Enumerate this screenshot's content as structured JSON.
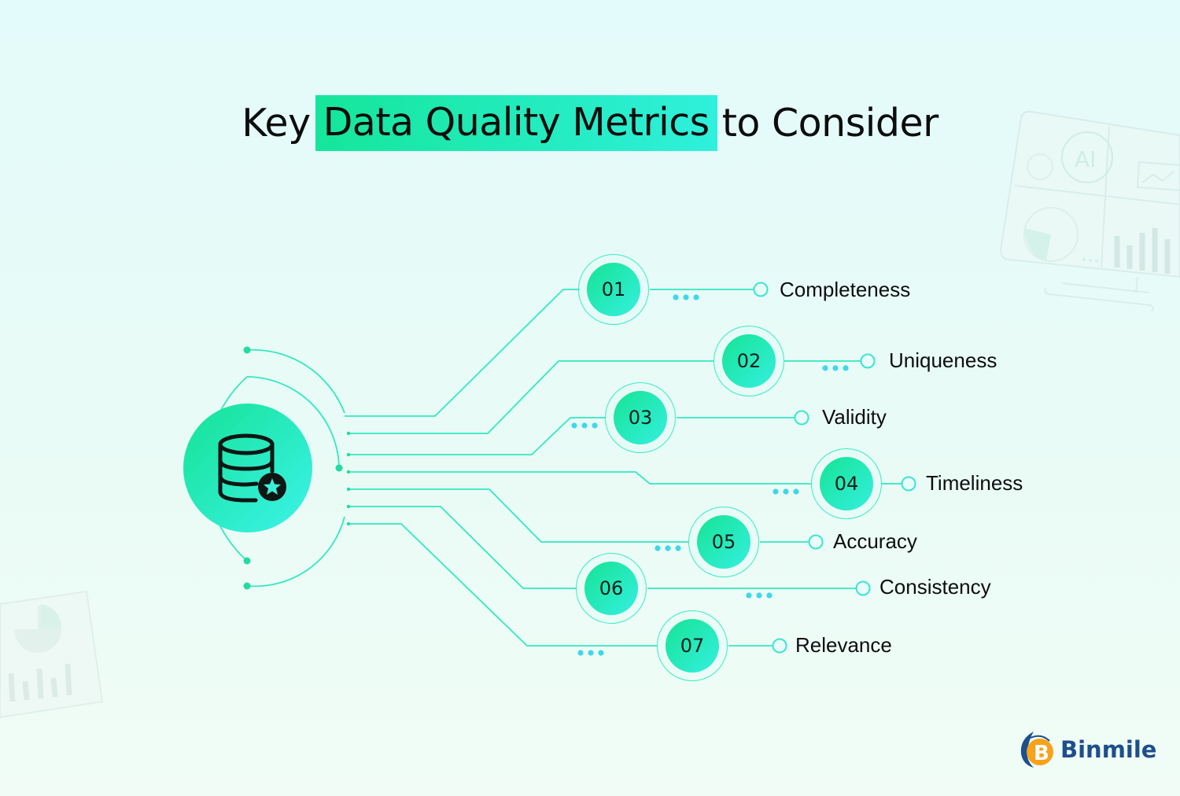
{
  "title": {
    "prefix": "Key",
    "highlight": "Data Quality Metrics",
    "suffix": "to Consider"
  },
  "hub": {
    "icon": "database-star-icon"
  },
  "metrics": [
    {
      "number": "01",
      "label": "Completeness"
    },
    {
      "number": "02",
      "label": "Uniqueness"
    },
    {
      "number": "03",
      "label": "Validity"
    },
    {
      "number": "04",
      "label": "Timeliness"
    },
    {
      "number": "05",
      "label": "Accuracy"
    },
    {
      "number": "06",
      "label": "Consistency"
    },
    {
      "number": "07",
      "label": "Relevance"
    }
  ],
  "brand": {
    "name": "Binmile",
    "icon": "binmile-logo-icon"
  },
  "decorations": [
    "ai-dashboard-illustration",
    "report-illustration"
  ],
  "colors": {
    "accent_green": "#15e69a",
    "accent_cyan": "#2ff0dc",
    "line": "#32e9c0",
    "dots": "#3fd8e8",
    "brand_blue": "#1d4f8c",
    "brand_orange": "#f7a21a"
  }
}
